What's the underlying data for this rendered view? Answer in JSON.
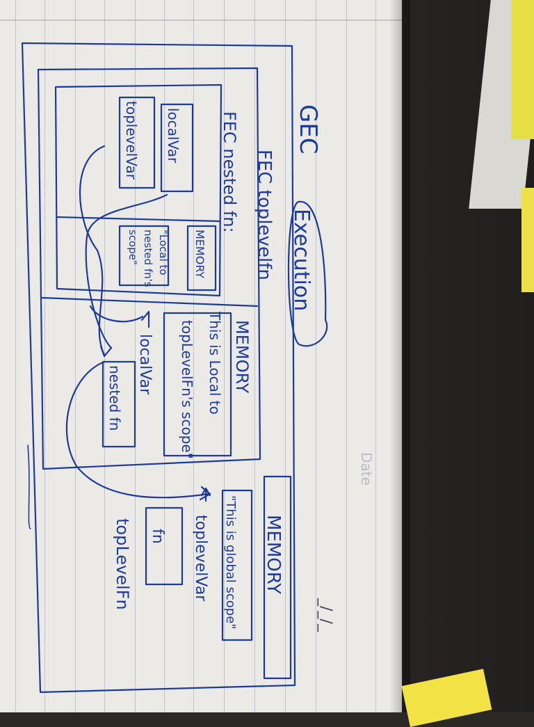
{
  "scene": {
    "description_colors": {
      "ink": "#1c3a9a",
      "paper": "#eceae6",
      "desk": "#2b2826",
      "sticky": "#e6de45"
    }
  },
  "notes": {
    "header_corner": "Date",
    "page_mark": "_/_/_",
    "gec": "GEC",
    "execution": "Execution",
    "fec_toplevel": "FEC toplevelfn",
    "fec_nested": "FEC nested fn:",
    "memory_outer": "MEMORY",
    "memory_mid": "MEMORY",
    "memory_inner": "MEMORY",
    "global_scope_value": "\"This is global scope\"",
    "toplevel_var_label": "toplevelVar",
    "fn_box": "fn",
    "toplevel_fn_label": "topLevelFn",
    "local_scope_value_line1": "This is Local to",
    "local_scope_value_line2": "topLevelFn's scope\"",
    "local_var_label": "localVar",
    "nested_fn_box": "nested fn",
    "nested_scope_line1": "\"Local to",
    "nested_scope_line2": "nested fn's",
    "nested_scope_line3": "scope\"",
    "local_var_box": "localVar",
    "toplevel_var_box": "toplevelVar"
  }
}
